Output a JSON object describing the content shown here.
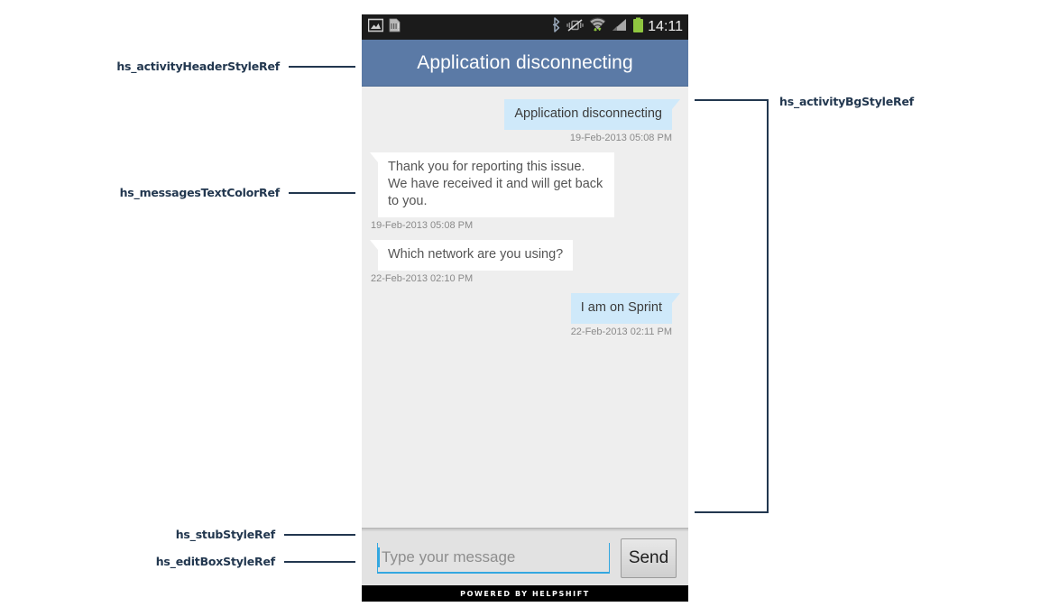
{
  "annotations": [
    {
      "id": "header",
      "label": "hs_activityHeaderStyleRef"
    },
    {
      "id": "messages",
      "label": "hs_messagesTextColorRef"
    },
    {
      "id": "stub",
      "label": "hs_stubStyleRef"
    },
    {
      "id": "editbox",
      "label": "hs_editBoxStyleRef"
    },
    {
      "id": "bg",
      "label": "hs_activityBgStyleRef"
    }
  ],
  "annotation_color": "#22374f",
  "phone": {
    "statusbar": {
      "time": "14:11",
      "left_icons": [
        "gallery-image-icon",
        "sd-card-icon"
      ],
      "right_icons": [
        "bluetooth-icon",
        "vibrate-off-icon",
        "wifi-icon",
        "cellular-signal-icon",
        "battery-icon"
      ],
      "background": "#1b1b1b"
    },
    "header": {
      "title": "Application disconnecting",
      "background": "#5b7aa6",
      "text_color": "#ffffff"
    },
    "conversation": {
      "background": "#eeeeee",
      "outgoing_bubble_color": "#cfe9fa",
      "incoming_bubble_color": "#ffffff",
      "messages": [
        {
          "direction": "out",
          "text": "Application disconnecting",
          "timestamp": "19-Feb-2013 05:08 PM"
        },
        {
          "direction": "in",
          "text": "Thank you for reporting this issue. We have received it and will get back to you.",
          "timestamp": "19-Feb-2013 05:08 PM"
        },
        {
          "direction": "in",
          "text": "Which network are you using?",
          "timestamp": "22-Feb-2013 02:10 PM"
        },
        {
          "direction": "out",
          "text": "I am on Sprint",
          "timestamp": "22-Feb-2013 02:11 PM"
        }
      ]
    },
    "compose": {
      "placeholder": "Type your message",
      "value": "",
      "send_label": "Send",
      "accent_color": "#33a7e0"
    },
    "footer": {
      "powered_by": "POWERED BY HELPSHIFT"
    }
  }
}
